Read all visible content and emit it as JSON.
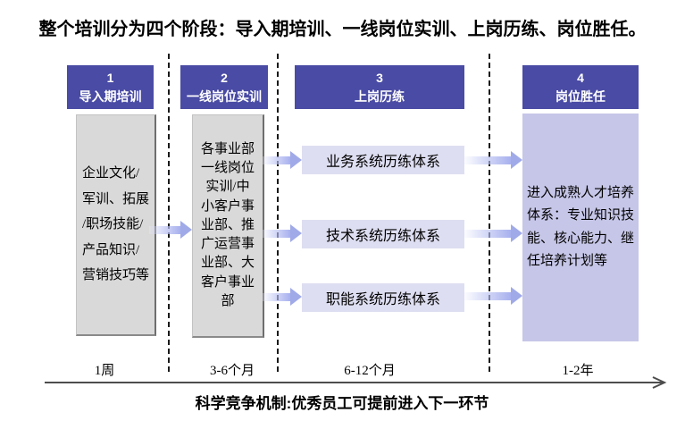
{
  "title": "整个培训分为四个阶段：导入期培训、一线岗位实训、上岗历练、岗位胜任。",
  "colors": {
    "header_purple": "#4A4BA4",
    "stage3_box": "#DEDEF2",
    "stage4_box": "#C6C6E8",
    "gray_box": "#D9D9D9",
    "arrow": "#A8B1EE",
    "timeline_line": "#4d4d4d",
    "title_text": "#000000"
  },
  "stages": [
    {
      "number": "1",
      "name": "导入期培训",
      "duration": "1周",
      "content": "企业文化/\n军训、拓展\n/职场技能/\n产品知识/\n营销技巧等"
    },
    {
      "number": "2",
      "name": "一线岗位实训",
      "duration": "3-6个月",
      "content": "各事业部\n一线岗位\n实训/中\n小客户事\n业部、推\n广运营事\n业部、大\n客户事业\n部"
    },
    {
      "number": "3",
      "name": "上岗历练",
      "duration": "6-12个月",
      "items": [
        "业务系统历练体系",
        "技术系统历练体系",
        "职能系统历练体系"
      ]
    },
    {
      "number": "4",
      "name": "岗位胜任",
      "duration": "1-2年",
      "content": "进入成熟人才培养\n体系：专业知识技\n能、核心能力、继\n任培养计划等"
    }
  ],
  "footer": {
    "note": "科学竞争机制:优秀员工可提前进入下一环节"
  }
}
